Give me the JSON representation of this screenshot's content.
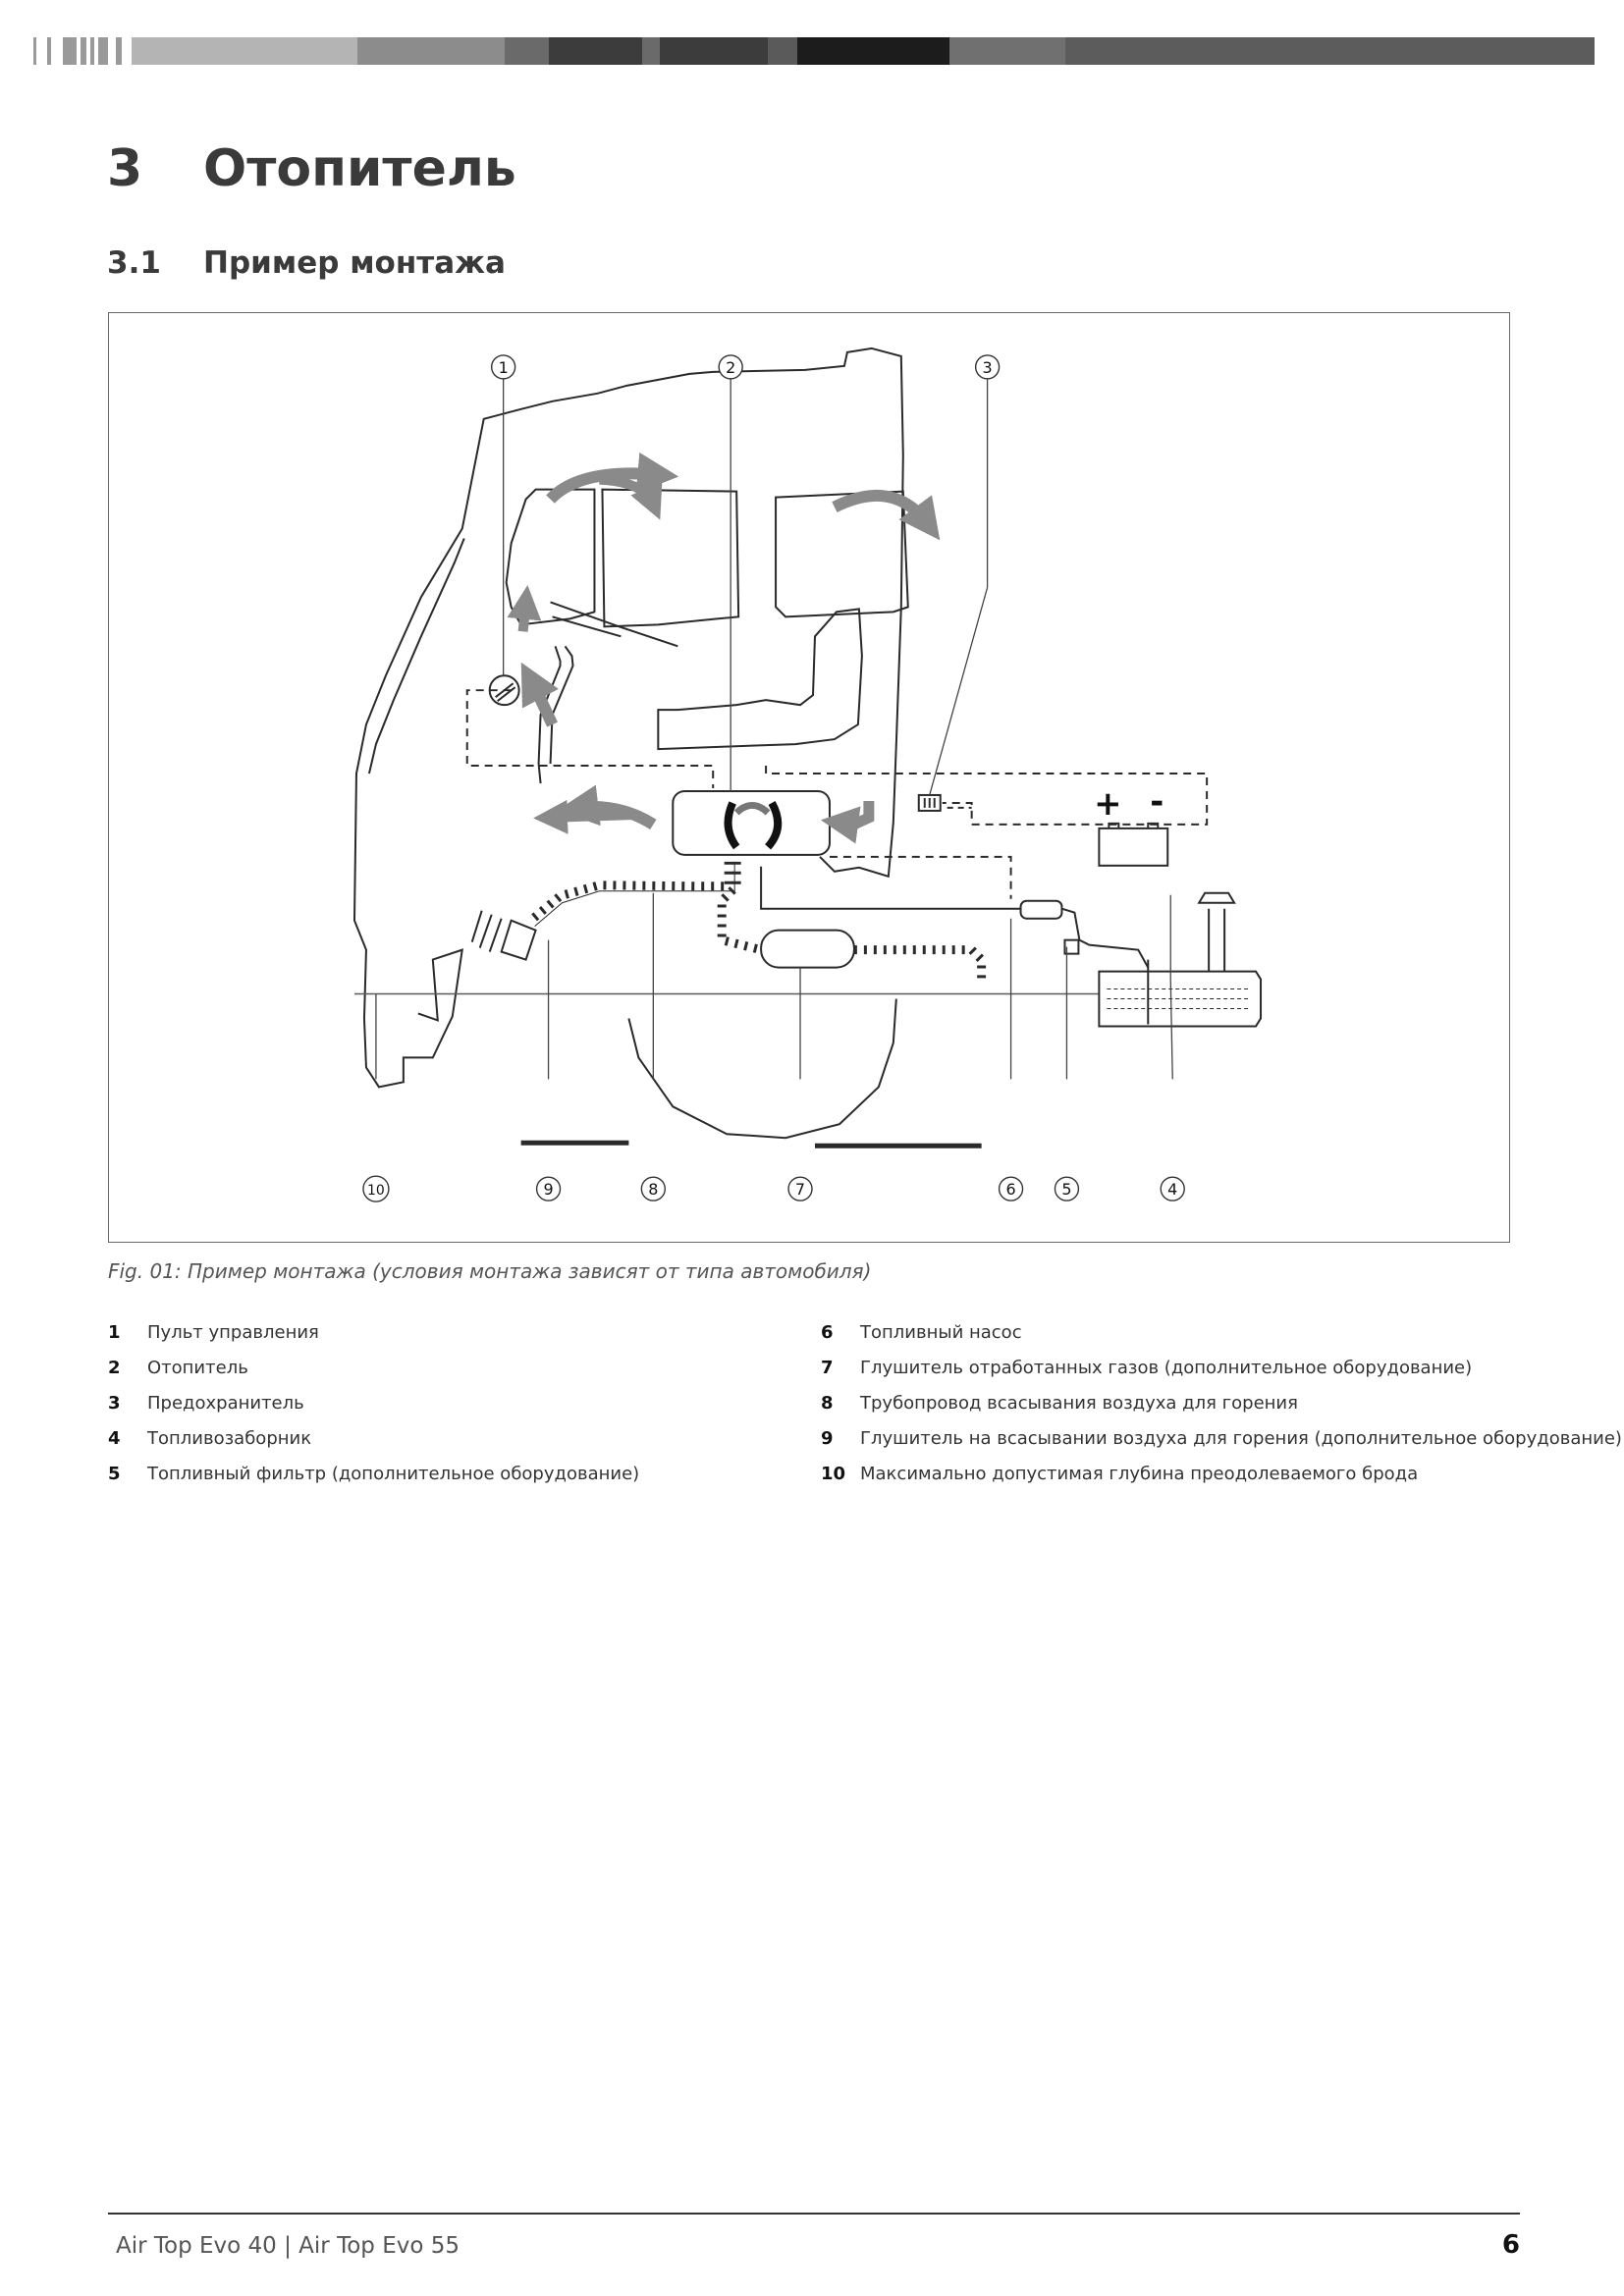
{
  "header": {
    "colors": [
      "#9a9a9a",
      "#3c3c3c",
      "#5a5a5a",
      "#1c1c1c",
      "#707070"
    ]
  },
  "chapter": {
    "number": "3",
    "title": "Отопитель"
  },
  "section": {
    "number": "3.1",
    "title": "Пример монтажа"
  },
  "figure": {
    "callouts": [
      "1",
      "2",
      "3",
      "4",
      "5",
      "6",
      "7",
      "8",
      "9",
      "10"
    ],
    "battery_plus": "+",
    "battery_minus": "-",
    "caption": "Fig. 01: Пример монтажа (условия монтажа зависят от типа автомобиля)"
  },
  "legend": {
    "left": [
      {
        "num": "1",
        "text": "Пульт управления"
      },
      {
        "num": "2",
        "text": "Отопитель"
      },
      {
        "num": "3",
        "text": "Предохранитель"
      },
      {
        "num": "4",
        "text": "Топливозаборник"
      },
      {
        "num": "5",
        "text": "Топливный фильтр (дополнительное оборудование)"
      }
    ],
    "right": [
      {
        "num": "6",
        "text": "Топливный насос"
      },
      {
        "num": "7",
        "text": "Глушитель отработанных газов (дополнительное оборудование)"
      },
      {
        "num": "8",
        "text": "Трубопровод всасывания воздуха для горения"
      },
      {
        "num": "9",
        "text": "Глушитель на всасывании воздуха для горения (дополнительное оборудование)"
      },
      {
        "num": "10",
        "text": "Максимально допустимая глубина преодолеваемого брода"
      }
    ]
  },
  "footer": {
    "product": "Air Top Evo 40 | Air Top Evo 55",
    "page": "6"
  }
}
